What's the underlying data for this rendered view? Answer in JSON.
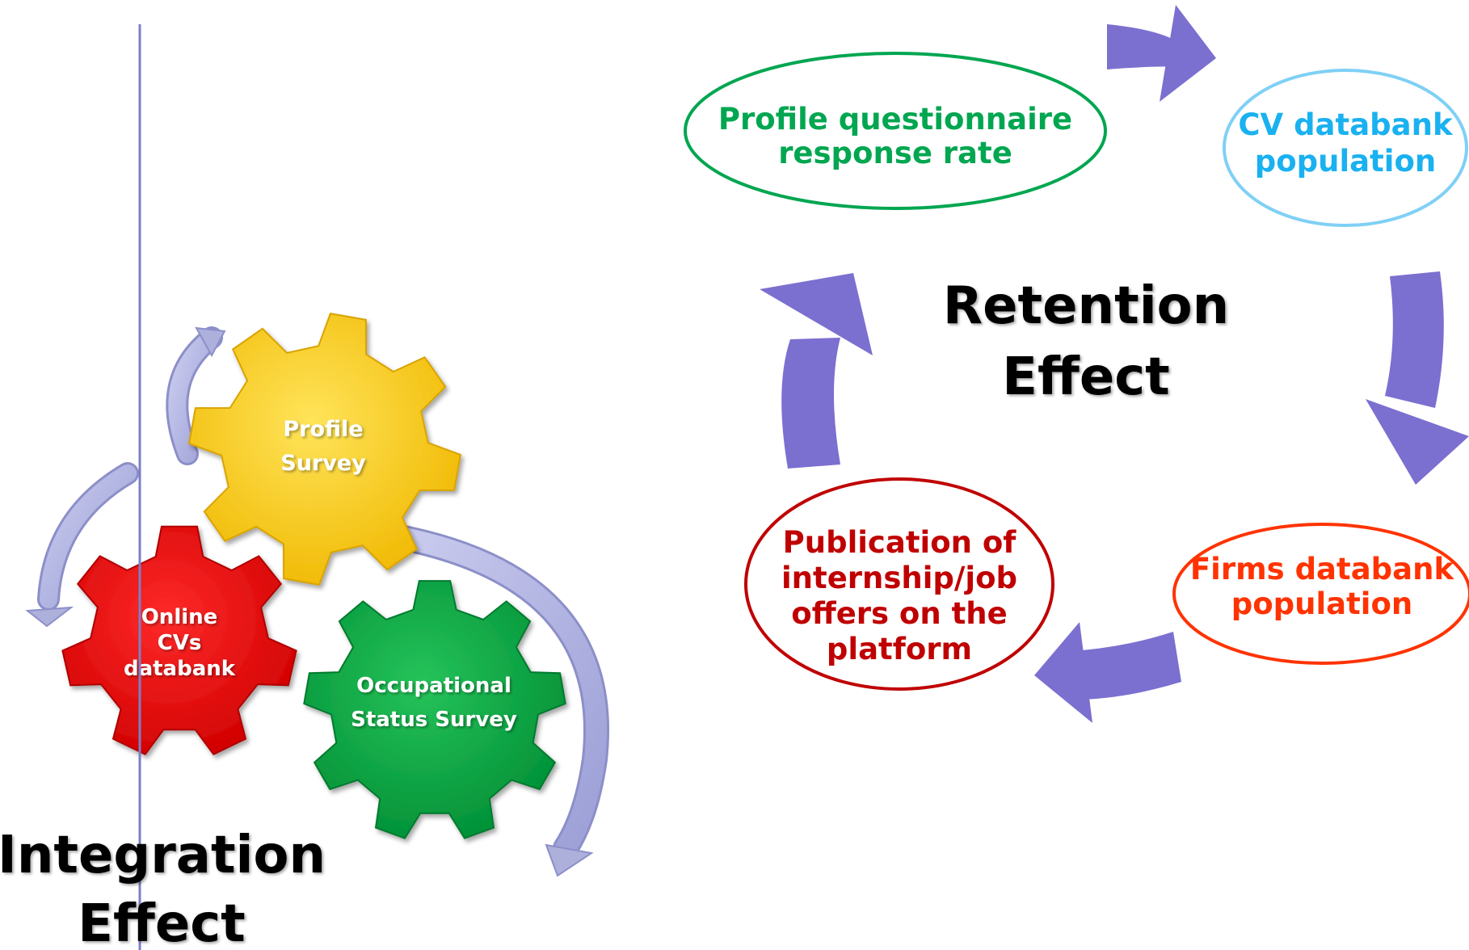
{
  "integration": {
    "title_line1": "Integration",
    "title_line2": "Effect",
    "gears": {
      "profile": {
        "line1": "Profile",
        "line2": "Survey",
        "color": "#ffcc00"
      },
      "online": {
        "line1": "Online",
        "line2": "CVs",
        "line3": "databank",
        "color": "#ff0000"
      },
      "occupational": {
        "line1": "Occupational",
        "line2": "Status Survey",
        "color": "#00b050"
      }
    },
    "arrow_color": "#aeb0dc",
    "divider_color": "#7b7fc8"
  },
  "retention": {
    "title_line1": "Retention",
    "title_line2": "Effect",
    "nodes": {
      "profile_questionnaire": {
        "line1": "Profile questionnaire",
        "line2": "response rate",
        "color": "#00a650"
      },
      "cv_databank": {
        "line1": "CV databank",
        "line2": "population",
        "color": "#1ab1f0"
      },
      "firms_databank": {
        "line1": "Firms databank",
        "line2": "population",
        "color": "#ff3300"
      },
      "publication": {
        "line1": "Publication of",
        "line2": "internship/job",
        "line3": "offers on the",
        "line4": "platform",
        "color": "#c00000"
      }
    },
    "ellipse_colors": {
      "profile_questionnaire": "#00a650",
      "cv_databank": "#7fd0f5",
      "firms_databank": "#ff3300",
      "publication": "#c00000"
    },
    "arrow_color": "#7b6fd0"
  }
}
